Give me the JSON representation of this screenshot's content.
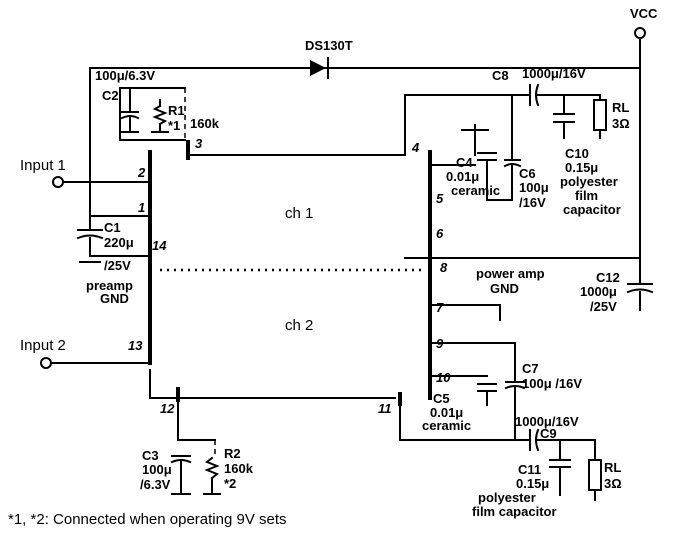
{
  "supply": {
    "vcc": "VCC",
    "diode": "DS130T"
  },
  "inputs": {
    "in1": "Input 1",
    "in2": "Input 2"
  },
  "channels": {
    "ch1": "ch 1",
    "ch2": "ch 2"
  },
  "pins": [
    "1",
    "2",
    "3",
    "4",
    "5",
    "6",
    "7",
    "8",
    "9",
    "10",
    "11",
    "12",
    "13",
    "14"
  ],
  "components": {
    "c1": [
      "C1",
      "220μ",
      "/25V"
    ],
    "c2": [
      "100μ/6.3V",
      "C2"
    ],
    "r1": [
      "R1",
      "*1",
      "160k"
    ],
    "c3": [
      "C3",
      "100μ",
      "/6.3V"
    ],
    "r2": [
      "R2",
      "160k",
      "*2"
    ],
    "c4": [
      "C4",
      "0.01μ",
      "ceramic"
    ],
    "c5": [
      "C5",
      "0.01μ",
      "ceramic"
    ],
    "c6": [
      "C6",
      "100μ",
      "/16V"
    ],
    "c7": [
      "C7",
      "100μ /16V"
    ],
    "c8": [
      "C8",
      "1000μ/16V"
    ],
    "c9": [
      "1000μ/16V",
      "C9"
    ],
    "c10": [
      "C10",
      "0.15μ",
      "polyester",
      "film",
      "capacitor"
    ],
    "c11": [
      "C11",
      "0.15μ",
      "polyester",
      "film  capacitor"
    ],
    "c12": [
      "C12",
      "1000μ",
      "/25V"
    ],
    "rl1": [
      "RL",
      "3Ω"
    ],
    "rl2": [
      "RL",
      "3Ω"
    ]
  },
  "grounds": {
    "preamp": [
      "preamp",
      "GND"
    ],
    "power": [
      "power amp",
      "GND"
    ]
  },
  "footnote": "*1, *2:  Connected when operating 9V sets"
}
